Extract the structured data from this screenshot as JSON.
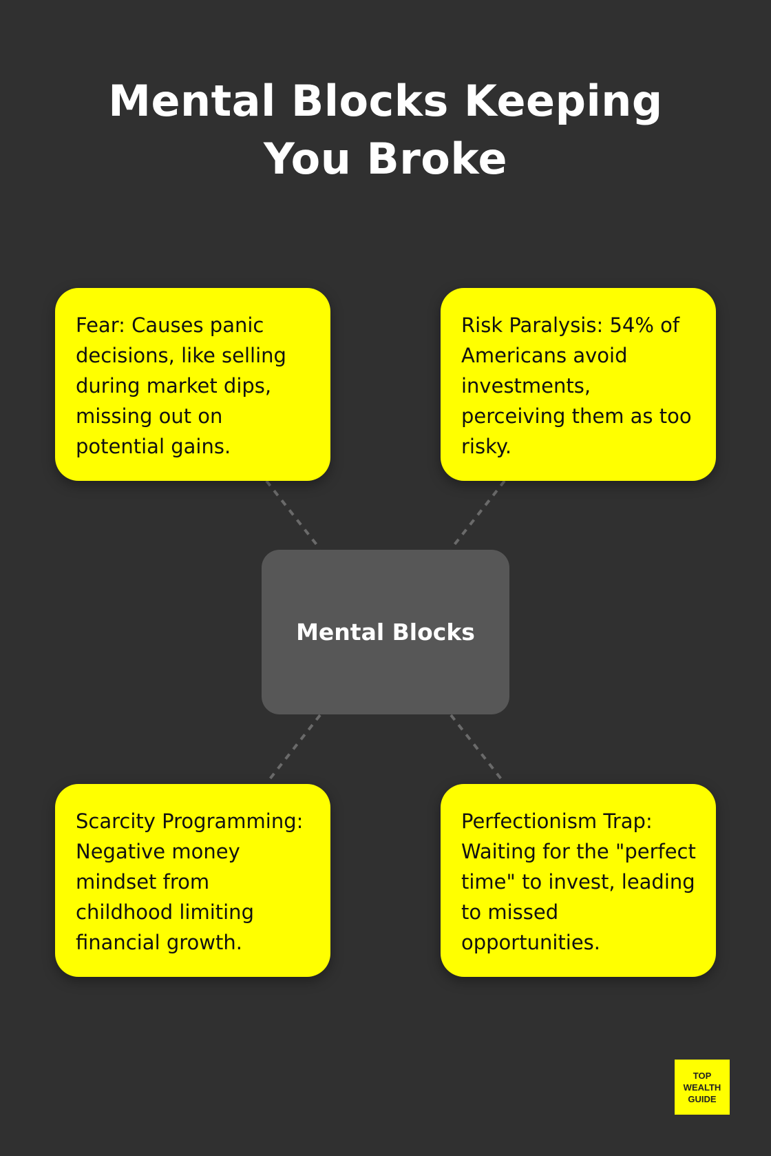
{
  "title": "Mental Blocks Keeping You Broke",
  "center": "Mental Blocks",
  "cards": [
    {
      "text": "Fear: Causes panic decisions, like selling during market dips, missing out on potential gains."
    },
    {
      "text": "Risk Paralysis: 54% of Americans avoid investments, perceiving them as too risky."
    },
    {
      "text": "Scarcity Programming: Negative money mindset from childhood limiting financial growth."
    },
    {
      "text": "Perfectionism Trap: Waiting for the \"perfect time\" to invest, leading to missed opportunities."
    }
  ],
  "logo": "TOP WEALTH GUIDE",
  "colors": {
    "background": "#303030",
    "card": "#ffff00",
    "center": "#575757"
  }
}
